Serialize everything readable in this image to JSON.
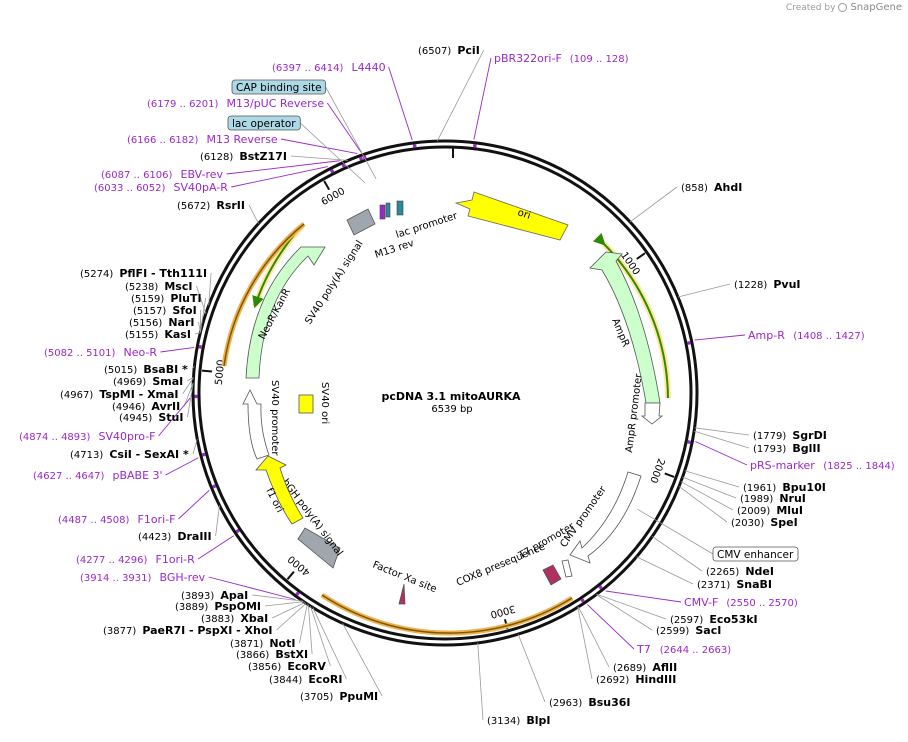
{
  "credit": {
    "prefix": "Created by",
    "brand": "SnapGene",
    "icon": "snapgene-logo-icon"
  },
  "plasmid": {
    "name": "pcDNA 3.1 mitoAURKA",
    "length_text": "6539 bp",
    "length": 6539
  },
  "colors": {
    "enzyme": "#000000",
    "primer": "#9b28c8",
    "ori": "#ffff00",
    "marker": "#ccffcc",
    "marker_outline": "#009900",
    "polyA": "#a0a6ad",
    "promoter": "#ffffff",
    "coding_pink": "#b03060",
    "orange_tick": "#f0b050",
    "label_box": "#add8e6"
  },
  "ticks": [
    {
      "label": "1000",
      "pos": 1000
    },
    {
      "label": "2000",
      "pos": 2000
    },
    {
      "label": "3000",
      "pos": 3000
    },
    {
      "label": "4000",
      "pos": 4000
    },
    {
      "label": "5000",
      "pos": 5000
    },
    {
      "label": "6000",
      "pos": 6000
    }
  ],
  "enzymes": [
    {
      "name": "PciI",
      "coord": "(6507)"
    },
    {
      "name": "AhdI",
      "coord": "(858)"
    },
    {
      "name": "PvuI",
      "coord": "(1228)"
    },
    {
      "name": "SgrDI",
      "coord": "(1779)"
    },
    {
      "name": "BglII",
      "coord": "(1793)"
    },
    {
      "name": "Bpu10I",
      "coord": "(1961)"
    },
    {
      "name": "NruI",
      "coord": "(1989)"
    },
    {
      "name": "MluI",
      "coord": "(2009)"
    },
    {
      "name": "SpeI",
      "coord": "(2030)"
    },
    {
      "name": "NdeI",
      "coord": "(2265)"
    },
    {
      "name": "SnaBI",
      "coord": "(2371)"
    },
    {
      "name": "Eco53kI",
      "coord": "(2597)"
    },
    {
      "name": "SacI",
      "coord": "(2599)"
    },
    {
      "name": "AflII",
      "coord": "(2689)"
    },
    {
      "name": "HindIII",
      "coord": "(2692)"
    },
    {
      "name": "Bsu36I",
      "coord": "(2963)"
    },
    {
      "name": "BlpI",
      "coord": "(3134)"
    },
    {
      "name": "PpuMI",
      "coord": "(3705)"
    },
    {
      "name": "EcoRI",
      "coord": "(3844)"
    },
    {
      "name": "EcoRV",
      "coord": "(3856)"
    },
    {
      "name": "BstXI",
      "coord": "(3866)"
    },
    {
      "name": "NotI",
      "coord": "(3871)"
    },
    {
      "name": "PaeR7I - PspXI - XhoI",
      "coord": "(3877)"
    },
    {
      "name": "XbaI",
      "coord": "(3883)"
    },
    {
      "name": "PspOMI",
      "coord": "(3889)"
    },
    {
      "name": "ApaI",
      "coord": "(3893)"
    },
    {
      "name": "DraIII",
      "coord": "(4423)"
    },
    {
      "name": "CsiI - SexAI *",
      "coord": "(4713)"
    },
    {
      "name": "StuI",
      "coord": "(4945)"
    },
    {
      "name": "AvrII",
      "coord": "(4946)"
    },
    {
      "name": "TspMI - XmaI",
      "coord": "(4967)"
    },
    {
      "name": "SmaI",
      "coord": "(4969)"
    },
    {
      "name": "BsaBI *",
      "coord": "(5015)"
    },
    {
      "name": "KasI",
      "coord": "(5155)"
    },
    {
      "name": "NarI",
      "coord": "(5156)"
    },
    {
      "name": "SfoI",
      "coord": "(5157)"
    },
    {
      "name": "PluTI",
      "coord": "(5159)"
    },
    {
      "name": "MscI",
      "coord": "(5238)"
    },
    {
      "name": "PflFI - Tth111I",
      "coord": "(5274)"
    },
    {
      "name": "RsrII",
      "coord": "(5672)"
    },
    {
      "name": "BstZ17I",
      "coord": "(6128)"
    }
  ],
  "primers": [
    {
      "name": "pBR322ori-F",
      "range": "(109 .. 128)"
    },
    {
      "name": "Amp-R",
      "range": "(1408 .. 1427)"
    },
    {
      "name": "pRS-marker",
      "range": "(1825 .. 1844)"
    },
    {
      "name": "CMV-F",
      "range": "(2550 .. 2570)"
    },
    {
      "name": "T7",
      "range": "(2644 .. 2663)"
    },
    {
      "name": "BGH-rev",
      "range": "(3914 .. 3931)"
    },
    {
      "name": "F1ori-R",
      "range": "(4277 .. 4296)"
    },
    {
      "name": "F1ori-F",
      "range": "(4487 .. 4508)"
    },
    {
      "name": "pBABE 3'",
      "range": "(4627 .. 4647)"
    },
    {
      "name": "SV40pro-F",
      "range": "(4874 .. 4893)"
    },
    {
      "name": "Neo-R",
      "range": "(5082 .. 5101)"
    },
    {
      "name": "SV40pA-R",
      "range": "(6033 .. 6052)"
    },
    {
      "name": "EBV-rev",
      "range": "(6087 .. 6106)"
    },
    {
      "name": "M13 Reverse",
      "range": "(6166 .. 6182)"
    },
    {
      "name": "M13/pUC Reverse",
      "range": "(6179 .. 6201)"
    },
    {
      "name": "L4440",
      "range": "(6397 .. 6414)"
    }
  ],
  "boxed_labels": [
    {
      "name": "CAP binding site"
    },
    {
      "name": "lac operator"
    },
    {
      "name": "CMV enhancer"
    }
  ],
  "features": [
    {
      "name": "ori"
    },
    {
      "name": "AmpR"
    },
    {
      "name": "AmpR promoter"
    },
    {
      "name": "CMV promoter"
    },
    {
      "name": "T7 promoter"
    },
    {
      "name": "COX8 presequence"
    },
    {
      "name": "Factor Xa site"
    },
    {
      "name": "bGH poly(A) signal"
    },
    {
      "name": "f1 ori"
    },
    {
      "name": "SV40 promoter"
    },
    {
      "name": "SV40 ori"
    },
    {
      "name": "NeoR/KanR"
    },
    {
      "name": "SV40 poly(A) signal"
    },
    {
      "name": "lac promoter"
    },
    {
      "name": "M13 rev"
    }
  ]
}
